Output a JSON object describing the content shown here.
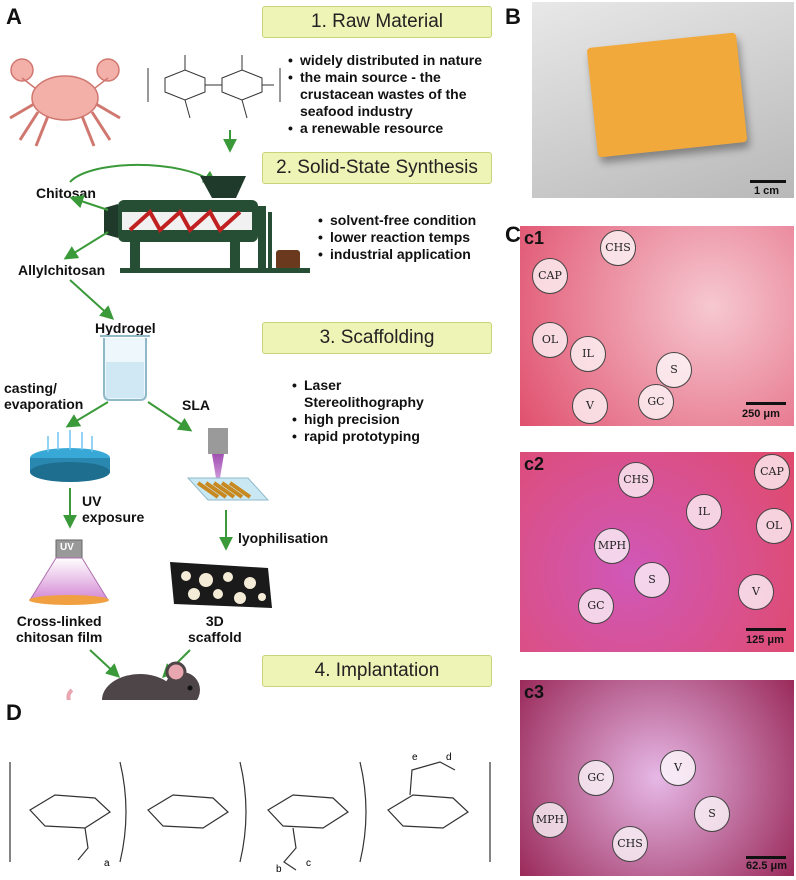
{
  "panels": {
    "A": "A",
    "B": "B",
    "C": "C",
    "D": "D"
  },
  "steps": {
    "s1": "1. Raw Material",
    "s2": "2. Solid-State Synthesis",
    "s3": "3. Scaffolding",
    "s4": "4. Implantation"
  },
  "raw_material_bullets": [
    "widely distributed in nature",
    "the main source - the crustacean wastes of the seafood industry",
    "a renewable resource"
  ],
  "synthesis_bullets": [
    "solvent-free condition",
    "lower reaction temps",
    "industrial application"
  ],
  "scaffolding_bullets": [
    "Laser Stereolithography",
    "high precision",
    "rapid prototyping"
  ],
  "labels": {
    "chitosan": "Chitosan",
    "allylchitosan": "Allylchitosan",
    "hydrogel": "Hydrogel",
    "casting": "casting/\nevaporation",
    "sla": "SLA",
    "uv_exposure": "UV\nexposure",
    "uv_lamp": "UV",
    "lyophilisation": "lyophilisation",
    "film": "Cross-linked\nchitosan film",
    "scaffold": "3D\nscaffold"
  },
  "photo_b": {
    "scale": "1 cm"
  },
  "histology": {
    "c1": {
      "tag": "c1",
      "scale": "250 μm",
      "labels": [
        "CHS",
        "CAP",
        "OL",
        "IL",
        "S",
        "GC",
        "V"
      ]
    },
    "c2": {
      "tag": "c2",
      "scale": "125 μm",
      "labels": [
        "CHS",
        "CAP",
        "MPH",
        "IL",
        "OL",
        "S",
        "GC",
        "V"
      ]
    },
    "c3": {
      "tag": "c3",
      "scale": "62.5 μm",
      "labels": [
        "GC",
        "V",
        "S",
        "MPH",
        "CHS"
      ]
    }
  },
  "chem_d": {
    "letters": [
      "a",
      "b",
      "c",
      "d",
      "e"
    ]
  },
  "colors": {
    "arrow": "#3a9a3a",
    "step_bg": "#eef3b6",
    "stain": "#e04a6a"
  }
}
